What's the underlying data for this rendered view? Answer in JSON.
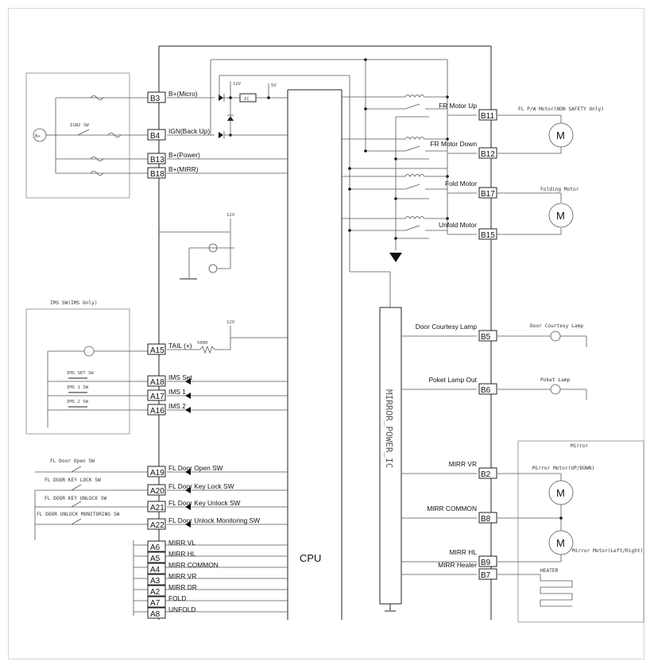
{
  "cpu_label": "CPU",
  "ic_label": "MIRROR_POWER_IC",
  "voltage": {
    "v12": "12V",
    "v5": "5V",
    "ic_box": "IC"
  },
  "resistor_label": "5000",
  "supply_source": "B+",
  "left_pins": [
    {
      "pin": "B3",
      "label": "B+(Micro)"
    },
    {
      "pin": "B4",
      "label": "IGN(Back Up)"
    },
    {
      "pin": "B13",
      "label": "B+(Power)"
    },
    {
      "pin": "B18",
      "label": "B+(MIRR)"
    },
    {
      "pin": "A15",
      "label": "TAIL (+)"
    },
    {
      "pin": "A18",
      "label": "IMS Set"
    },
    {
      "pin": "A17",
      "label": "IMS 1"
    },
    {
      "pin": "A16",
      "label": "IMS 2"
    },
    {
      "pin": "A19",
      "label": "FL Door Open SW"
    },
    {
      "pin": "A20",
      "label": "FL Door Key Lock SW"
    },
    {
      "pin": "A21",
      "label": "FL Door Key Unlock SW"
    },
    {
      "pin": "A22",
      "label": "FL Door Unlock Monitoring SW"
    },
    {
      "pin": "A6",
      "label": "MIRR VL"
    },
    {
      "pin": "A5",
      "label": "MIRR HL"
    },
    {
      "pin": "A4",
      "label": "MIRR COMMON"
    },
    {
      "pin": "A3",
      "label": "MIRR VR"
    },
    {
      "pin": "A2",
      "label": "MIRR DR"
    },
    {
      "pin": "A7",
      "label": "FOLD"
    },
    {
      "pin": "A8",
      "label": "UNFOLD"
    }
  ],
  "right_pins": [
    {
      "pin": "B11",
      "label": "FR Motor Up"
    },
    {
      "pin": "B12",
      "label": "FR Motor Down"
    },
    {
      "pin": "B17",
      "label": "Fold Motor"
    },
    {
      "pin": "B15",
      "label": "Unfold Motor"
    },
    {
      "pin": "B5",
      "label": "Door Courtesy Lamp"
    },
    {
      "pin": "B6",
      "label": "Poket Lamp Out"
    },
    {
      "pin": "B2",
      "label": "MIRR VR"
    },
    {
      "pin": "B8",
      "label": "MIRR COMMON"
    },
    {
      "pin": "B9",
      "label": "MIRR HL"
    },
    {
      "pin": "B7",
      "label": "MIRR Heater"
    }
  ],
  "external": {
    "ign2_sw": "IGN2 SW",
    "ims_sw_box": "IMS SW(IMS Only)",
    "ims_set_sw": "IMS SET SW",
    "ims1_sw": "IMS 1 SW",
    "ims2_sw": "IMS 2 SW",
    "fl_door_open_sw": "FL Door Open SW",
    "fl_door_key_lock_sw": "FL DOOR KEY LOCK SW",
    "fl_door_key_unlock_sw": "FL DOOR KEY UNLOCK SW",
    "fl_door_unlock_mon_sw": "FL DOOR UNLOCK MONITORING SW",
    "fl_pw_motor": "FL P/W Motor(NON SAFETY Only)",
    "folding_motor": "Folding Motor",
    "door_courtesy_lamp": "Door Courtesy Lamp",
    "poket_lamp": "Poket Lamp",
    "mirror_box": "Mirror",
    "mirror_motor_ud": "Mirror Motor(UP/DOWN)",
    "mirror_motor_lr": "Mirror Motor(Left/Right)",
    "heater": "HEATER",
    "motor_symbol": "M"
  }
}
